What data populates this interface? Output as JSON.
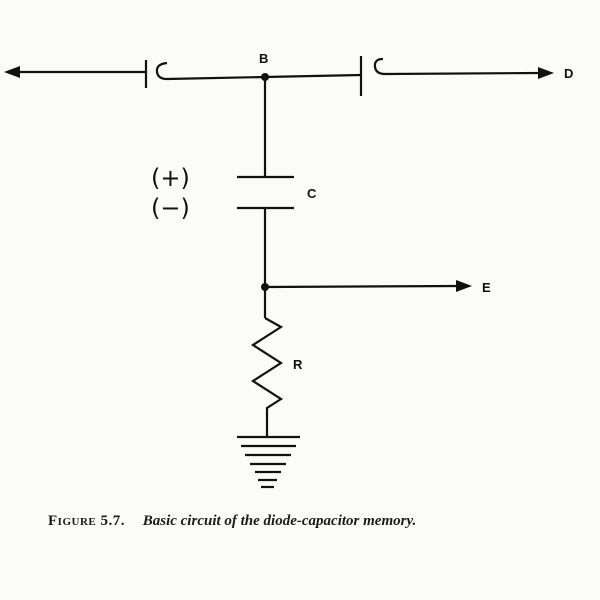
{
  "figure": {
    "number_label": "Figure 5.7.",
    "caption": "Basic circuit of the diode-capacitor memory."
  },
  "nodes": {
    "B": "B",
    "D": "D",
    "E": "E",
    "C": "C",
    "R": "R"
  },
  "polarity": {
    "top": "(+)",
    "bottom": "(−)"
  },
  "colors": {
    "ink": "#111111",
    "paper": "#fbfbf9"
  }
}
